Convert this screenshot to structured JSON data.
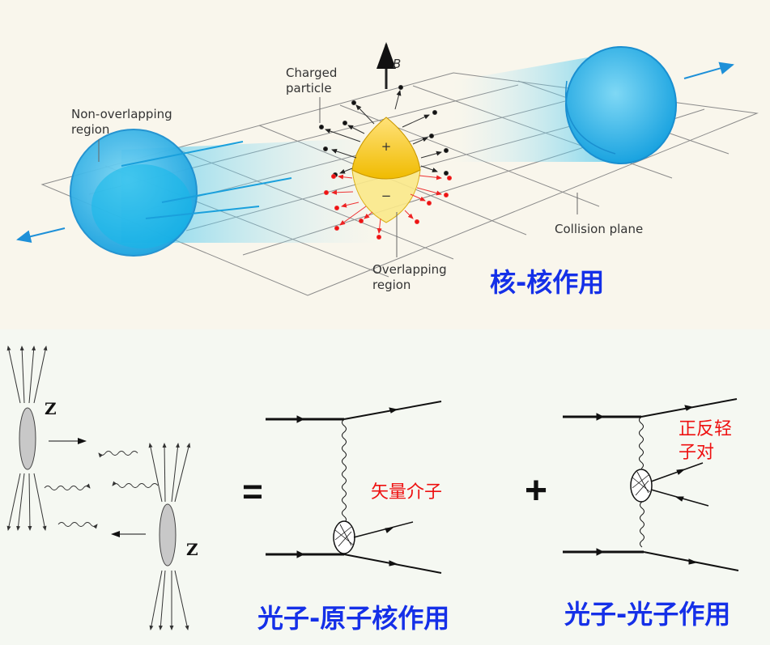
{
  "top_panel": {
    "labels": {
      "charged_particle": [
        "Charged",
        "particle"
      ],
      "b_field": "B",
      "non_overlapping": [
        "Non-overlapping",
        "region"
      ],
      "overlapping": [
        "Overlapping",
        "region"
      ],
      "collision_plane": "Collision plane",
      "plus": "+",
      "minus": "−"
    },
    "title": "核-核作用"
  },
  "bottom_panel": {
    "nucleus_label_left": "Z",
    "nucleus_label_right": "Z",
    "equals": "=",
    "plus": "+",
    "vector_meson": "矢量介子",
    "lepton_pair": [
      "正反轻",
      "子对"
    ],
    "photon_nucleus": "光子-原子核作用",
    "photon_photon": "光子-光子作用"
  },
  "colors": {
    "title_blue": "#1530e8",
    "annotation_red": "#ee1111",
    "nucleus_blue": "#29a8e0",
    "overlap_yellow": "#f5c800"
  }
}
